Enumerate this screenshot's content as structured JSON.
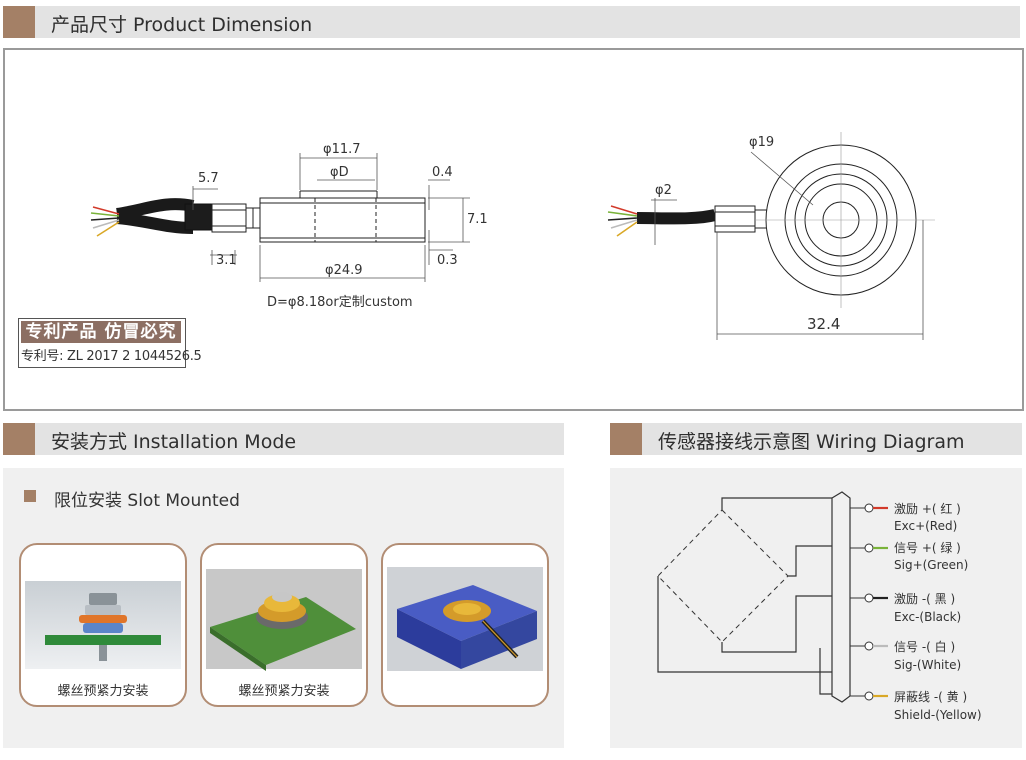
{
  "sections": {
    "dimension": "产品尺寸 Product Dimension",
    "installation": "安装方式 Installation Mode",
    "wiring": "传感器接线示意图  Wiring Diagram"
  },
  "dimension": {
    "labels": {
      "d_11_7": "φ11.7",
      "d_D": "φD",
      "d_5_7": "5.7",
      "d_0_4": "0.4",
      "d_7_1": "7.1",
      "d_3_1": "3.1",
      "d_24_9": "φ24.9",
      "d_0_3": "0.3",
      "note_D": "D=φ8.18or定制custom",
      "d_19": "φ19",
      "d_2": "φ2",
      "d_32_4": "32.4"
    },
    "patent": {
      "title": "专利产品 仿冒必究",
      "number": "专利号: ZL 2017 2 1044526.5"
    }
  },
  "installation": {
    "method": "限位安装 Slot Mounted",
    "cards": [
      {
        "caption": "螺丝预紧力安装"
      },
      {
        "caption": "螺丝预紧力安装"
      },
      {
        "caption": ""
      }
    ]
  },
  "wiring": {
    "wires": [
      {
        "cn": "激励 +( 红 )",
        "en": "Exc+(Red)",
        "color": "#d23a2a"
      },
      {
        "cn": "信号 +( 绿 )",
        "en": "Sig+(Green)",
        "color": "#7ab33a"
      },
      {
        "cn": "激励 -( 黑 )",
        "en": "Exc-(Black)",
        "color": "#222222"
      },
      {
        "cn": "信号 -( 白 )",
        "en": "Sig-(White)",
        "color": "#dddddd"
      },
      {
        "cn": "屏蔽线 -( 黄 )",
        "en": "Shield-(Yellow)",
        "color": "#d9a827"
      }
    ]
  },
  "colors": {
    "accent": "#a48066",
    "bar": "#e3e3e3",
    "panel": "#f0f0f0"
  }
}
